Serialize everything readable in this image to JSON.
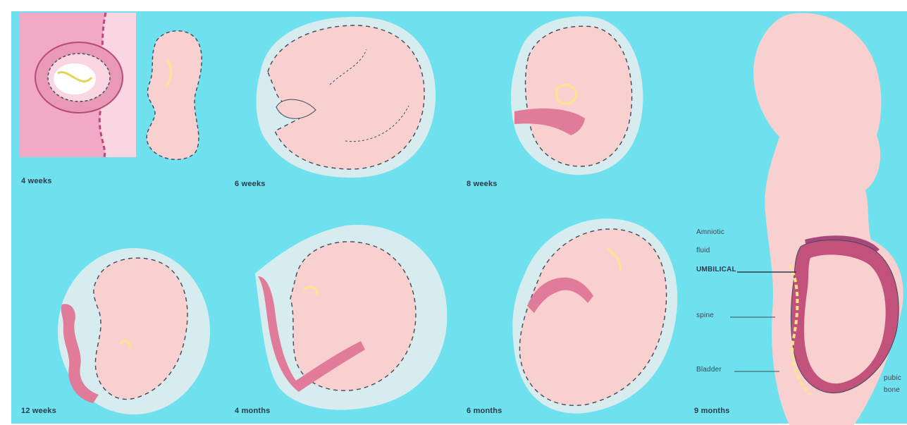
{
  "colors": {
    "background": "#6ee0ee",
    "skin": "#f9d0d0",
    "sac": "#d6ecef",
    "cord": "#e07b9a",
    "uterus_wall": "#c2527c",
    "placenta": "#a8477b",
    "outline_dash": "#3d4a5a",
    "yellow_vessel": "#ffe38a"
  },
  "stages": [
    {
      "label": "4 weeks",
      "icon": "embryo-4-weeks-icon"
    },
    {
      "label": "6 weeks",
      "icon": "embryo-6-weeks-icon"
    },
    {
      "label": "8 weeks",
      "icon": "embryo-8-weeks-icon"
    },
    {
      "label": "12 weeks",
      "icon": "fetus-12-weeks-icon"
    },
    {
      "label": "4 months",
      "icon": "fetus-4-months-icon"
    },
    {
      "label": "6 months",
      "icon": "fetus-6-months-icon"
    },
    {
      "label": "9 months",
      "icon": "pregnant-woman-9-months-icon"
    }
  ],
  "annotations": {
    "top_left_1": "Amniotic",
    "top_left_2": "fluid",
    "highlight": "UMBILICAL",
    "mid": "spine",
    "lower": "Bladder",
    "right_1": "pubic",
    "right_2": "bone"
  }
}
